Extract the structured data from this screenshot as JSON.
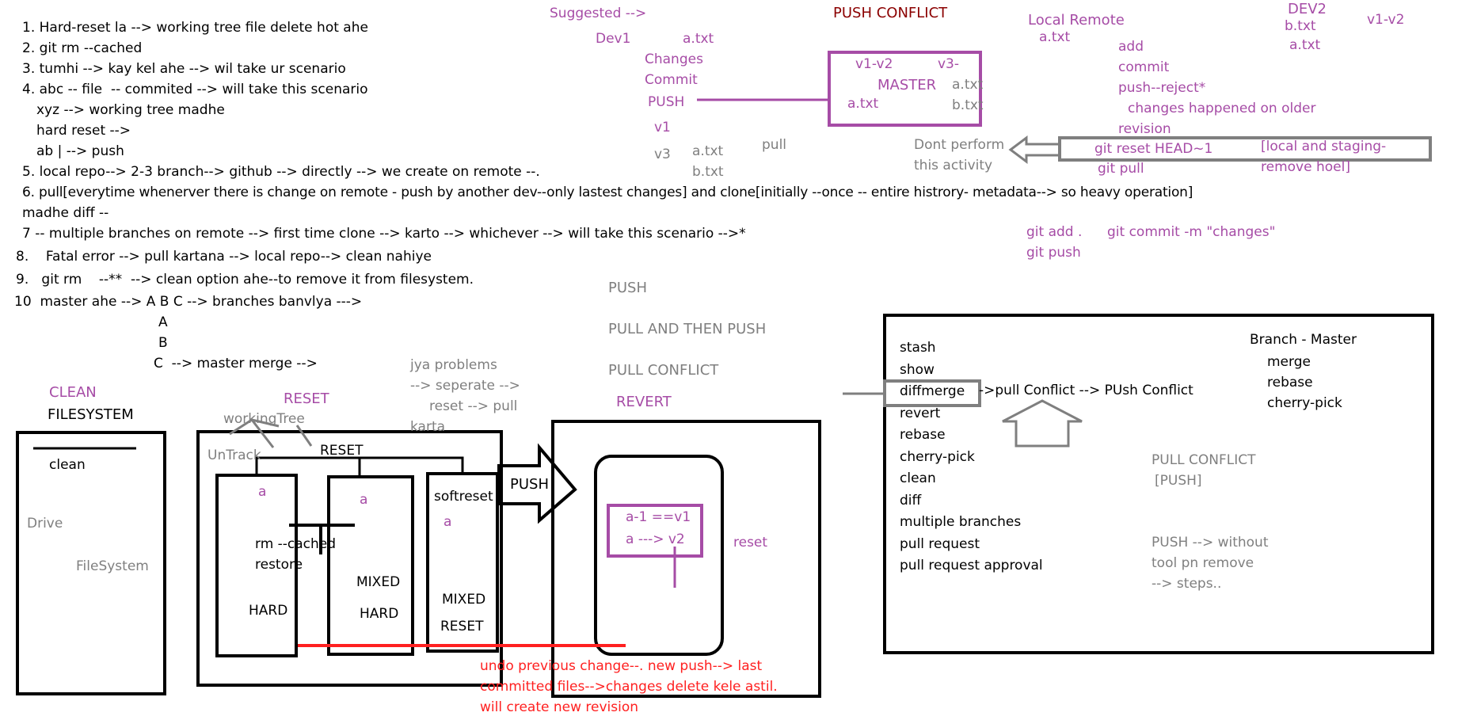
{
  "colors": {
    "black": "#000000",
    "purple": "#a64ca6",
    "gray": "#7f7f7f",
    "red": "#ff2020",
    "darkred": "#8b0000"
  },
  "notes": {
    "n1": "1. Hard-reset la --> working tree file delete hot ahe",
    "n2": "2. git rm --cached",
    "n3": "3. tumhi --> kay kel ahe --> wil take ur scenario",
    "n4": "4. abc -- file  -- commited --> will take this scenario",
    "n4b": "xyz --> working tree madhe",
    "n4c": "hard reset -->",
    "n4d": "ab | --> push",
    "n5": "5. local repo--> 2-3 branch--> github --> directly --> we create on remote --.",
    "n6": "6. pull[everytime whenerver there is change on remote - push by another dev--only lastest changes] and clone[initially --once -- entire histrory- metadata--> so heavy operation]",
    "n6b": "madhe diff --",
    "n7": "7 -- multiple branches on remote --> first time clone --> karto --> whichever --> will take this scenario -->*",
    "n8": "8.    Fatal error --> pull kartana --> local repo--> clean nahiye",
    "n9": "9.   git rm    --**  --> clean option ahe--to remove it from filesystem.",
    "n10": "10  master ahe --> A B C --> branches banvlya --->",
    "n10a": "A",
    "n10b": "B",
    "n10c": "C  --> master merge -->"
  },
  "push_conflict": {
    "suggested": "Suggested -->",
    "title": "PUSH CONFLICT",
    "dev1": "Dev1",
    "atxt1": "a.txt",
    "changes": "Changes",
    "commit": "Commit",
    "push": "PUSH",
    "v1": "v1",
    "v3": "v3",
    "atxt2": "a.txt",
    "btxt2": "b.txt",
    "pull": "pull",
    "box_v1v2": "v1-v2",
    "box_v3": "v3-",
    "box_master": "MASTER",
    "box_atxt_l": "a.txt",
    "box_atxt_r": "a.txt",
    "box_btxt": "b.txt"
  },
  "local_remote": {
    "title": "Local Remote",
    "atxt": "a.txt",
    "add": "add",
    "commit": "commit",
    "push_reject": "push--reject*",
    "changes_line": "changes happened on older",
    "revision": "revision",
    "dont_perform": "Dont perform",
    "this_activity": "this activity",
    "git_reset": "git reset HEAD~1",
    "git_pull": "git pull",
    "local_staging": "[local and staging-",
    "remove_hoel": "remove hoel]",
    "dev2": "DEV2",
    "dev2_btxt": "b.txt",
    "dev2_atxt": "a.txt",
    "v1v2": "v1-v2",
    "git_add": "git add .",
    "git_commit": "git commit -m \"changes\"",
    "git_push": "git push"
  },
  "middle": {
    "push": "PUSH",
    "pull_then_push": "PULL AND THEN PUSH",
    "pull_conflict": "PULL CONFLICT",
    "revert": "REVERT",
    "jya1": "jya problems",
    "jya2": "--> seperate -->",
    "jya3": "reset --> pull",
    "jya4": "karta"
  },
  "left_panel": {
    "clean_label": "CLEAN",
    "filesystem": "FILESYSTEM",
    "clean": "clean",
    "drive": "Drive",
    "fs": "FileSystem"
  },
  "reset_panel": {
    "reset": "RESET",
    "working_tree": "workingTree",
    "untrack": "UnTrack",
    "reset_inner": "RESET",
    "a1": "a",
    "a2": "a",
    "a3": "a",
    "softreset": "softreset",
    "rm_cached": "rm --cached",
    "restore": "restore",
    "hard1": "HARD",
    "mixed1": "MIXED",
    "hard2": "HARD",
    "mixed2": "MIXED",
    "reset2": "RESET",
    "push_arrow": "PUSH"
  },
  "revert_panel": {
    "line1": "a-1 ==v1",
    "line2": "a ---> v2",
    "reset": "reset",
    "undo1": "undo previous change--. new push--> last",
    "undo2": "committed files-->changes delete kele astil.",
    "undo3": "will create new revision"
  },
  "right_box": {
    "items": [
      "stash",
      "show",
      "diffmerge",
      "revert",
      "rebase",
      "cherry-pick",
      "clean",
      "diff",
      "multiple branches",
      "pull request",
      "pull request approval"
    ],
    "conflict": "->pull Conflict --> PUsh Conflict",
    "branch_master": "Branch - Master",
    "merge": "merge",
    "rebase": "rebase",
    "cherry": "cherry-pick",
    "pull_conflict": "PULL CONFLICT",
    "push_br": "[PUSH]",
    "push_without": "PUSH --> without",
    "tool": "tool pn remove",
    "steps": "--> steps.."
  }
}
